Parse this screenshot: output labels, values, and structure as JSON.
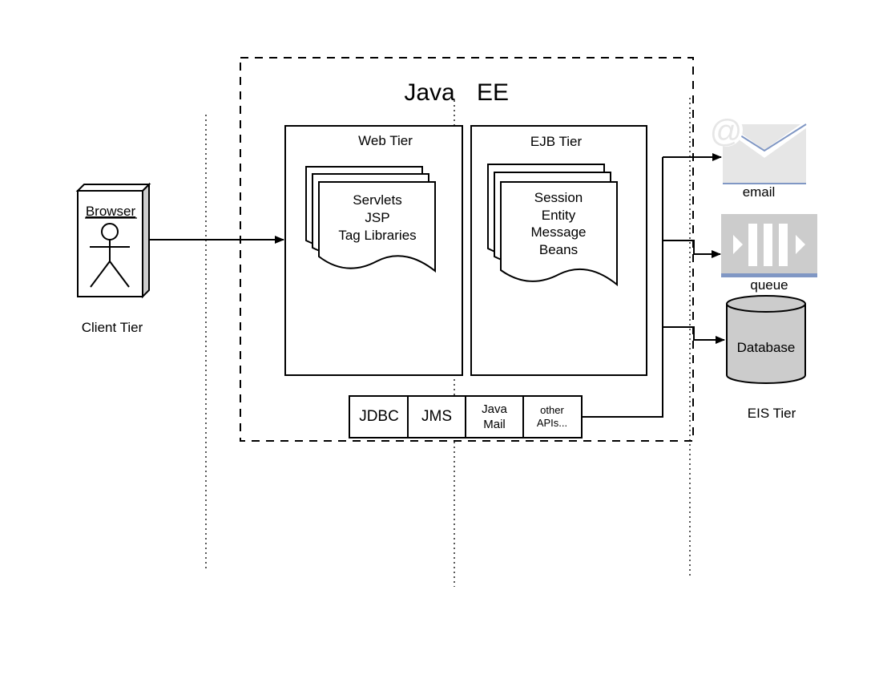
{
  "java_ee": {
    "title_java": "Java",
    "title_ee": "EE"
  },
  "client": {
    "browser_label": "Browser",
    "tier_label": "Client Tier"
  },
  "web_tier": {
    "label": "Web Tier",
    "components": [
      "Servlets",
      "JSP",
      "Tag Libraries"
    ]
  },
  "ejb_tier": {
    "label": "EJB Tier",
    "components": [
      "Session",
      "Entity",
      "Message",
      "Beans"
    ]
  },
  "apis": {
    "jdbc": "JDBC",
    "jms": "JMS",
    "java_mail": [
      "Java",
      "Mail"
    ],
    "other": [
      "other",
      "APIs..."
    ]
  },
  "eis": {
    "email_label": "email",
    "queue_label": "queue",
    "database_label": "Database",
    "tier_label": "EIS Tier"
  },
  "colors": {
    "line": "#000000",
    "icon_fill": "#e6e6e6",
    "queue_fill": "#cccccc",
    "queue_bar": "#8097c4",
    "database_fill": "#cccccc",
    "browser_side": "#cccccc"
  }
}
